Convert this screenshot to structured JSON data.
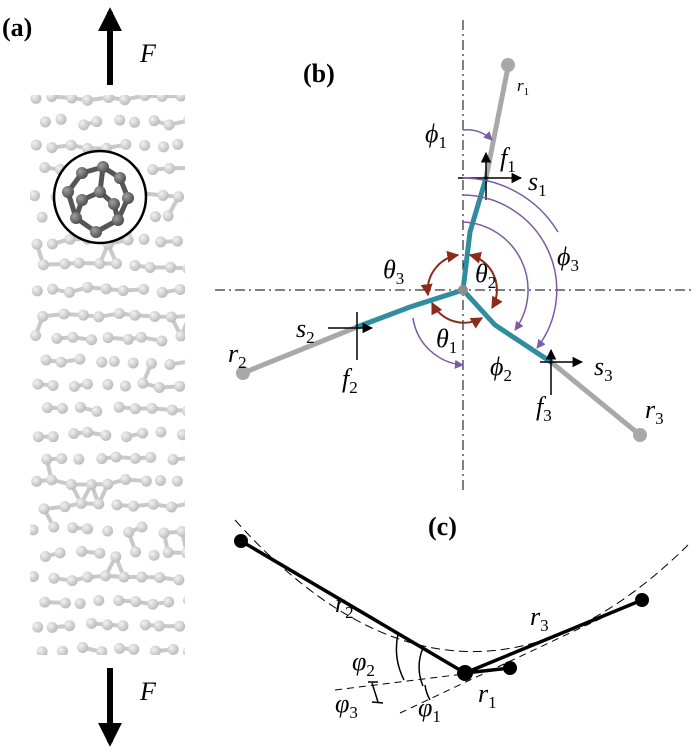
{
  "panels": {
    "a": {
      "label": "(a)",
      "force_top": "F",
      "force_bottom": "F"
    },
    "b": {
      "label": "(b)",
      "r1": {
        "sym": "r",
        "sub": "1"
      },
      "r2": {
        "sym": "r",
        "sub": "2"
      },
      "r3": {
        "sym": "r",
        "sub": "3"
      },
      "phi1": {
        "sym": "ϕ",
        "sub": "1"
      },
      "phi2": {
        "sym": "ϕ",
        "sub": "2"
      },
      "phi3": {
        "sym": "ϕ",
        "sub": "3"
      },
      "theta1": {
        "sym": "θ",
        "sub": "1"
      },
      "theta2": {
        "sym": "θ",
        "sub": "2"
      },
      "theta3": {
        "sym": "θ",
        "sub": "3"
      },
      "f1": {
        "sym": "f",
        "sub": "1"
      },
      "f2": {
        "sym": "f",
        "sub": "2"
      },
      "f3": {
        "sym": "f",
        "sub": "3"
      },
      "s1": {
        "sym": "s",
        "sub": "1"
      },
      "s2": {
        "sym": "s",
        "sub": "2"
      },
      "s3": {
        "sym": "s",
        "sub": "3"
      }
    },
    "c": {
      "label": "(c)",
      "r1": {
        "sym": "r",
        "sub": "1"
      },
      "r2": {
        "sym": "r",
        "sub": "2"
      },
      "r3": {
        "sym": "r",
        "sub": "3"
      },
      "vphi1": {
        "sym": "φ",
        "sub": "1"
      },
      "vphi2": {
        "sym": "φ",
        "sub": "2"
      },
      "vphi3": {
        "sym": "φ",
        "sub": "3"
      }
    }
  },
  "colors": {
    "bond_gray": "#a8a8a8",
    "teal": "#2e8d9e",
    "purple": "#7b5aa6",
    "red_arrow": "#8b2b1c",
    "atom_light": "#d4d4d4",
    "atom_dark": "#6a6a6a"
  }
}
